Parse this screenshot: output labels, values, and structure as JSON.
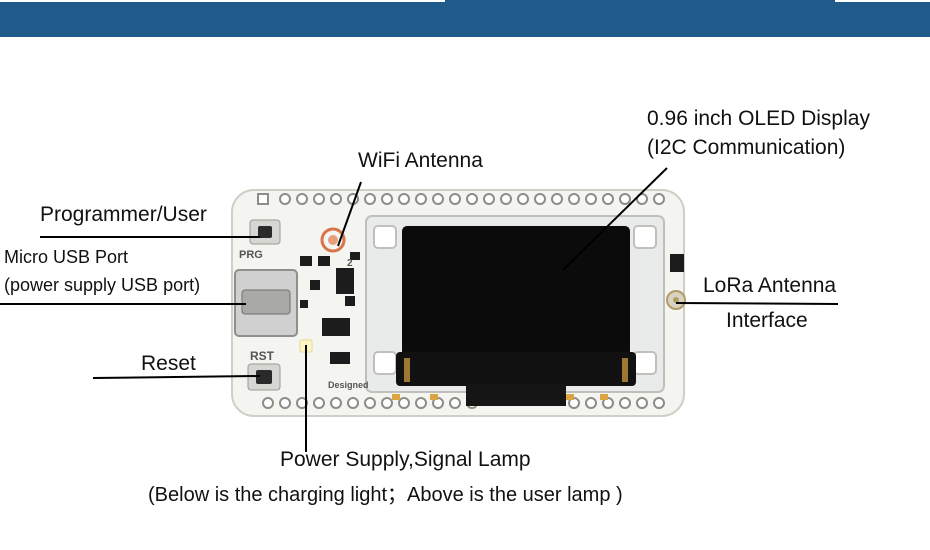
{
  "colors": {
    "header_bar": "#1f5a8a",
    "board": "#f4f4f0",
    "oled": "#0b0b0b",
    "chip": "#1c1c1c",
    "pad_gold": "#d9a441",
    "callout_line": "#000000",
    "led": "#fff6c8"
  },
  "labels": {
    "wifi_antenna": "WiFi Antenna",
    "oled_line1": "0.96 inch OLED Display",
    "oled_line2": "(I2C Communication)",
    "programmer": "Programmer/User",
    "usb_line1": "Micro USB Port",
    "usb_line2": "(power supply USB port)",
    "reset": "Reset",
    "lora_line1": "LoRa Antenna",
    "lora_line2": "Interface",
    "lamp_line1": "Power Supply,Signal Lamp",
    "lamp_line2": "(Below is the charging light；Above is the user lamp )"
  },
  "board_marks": {
    "prg": "PRG",
    "rst": "RST",
    "designed": "Designed",
    "ant_num": "2"
  }
}
